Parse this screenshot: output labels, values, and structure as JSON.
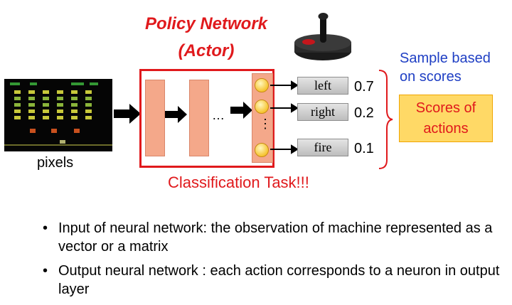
{
  "title": {
    "line1": "Policy Network",
    "line2": "(Actor)"
  },
  "input_label": "pixels",
  "hidden_ellipsis": "…",
  "output_ellipsis": "⋮",
  "actions": [
    {
      "label": "left",
      "score": "0.7"
    },
    {
      "label": "right",
      "score": "0.2"
    },
    {
      "label": "fire",
      "score": "0.1"
    }
  ],
  "classification_task": "Classification Task!!!",
  "sample_note": {
    "line1": "Sample based",
    "line2": "on scores"
  },
  "scores_box": {
    "line1": "Scores of",
    "line2": "actions"
  },
  "bullets": [
    "Input of neural network: the observation of machine represented as a vector or a matrix",
    "Output neural network : each action corresponds to a neuron in output layer"
  ],
  "colors": {
    "accent_red": "#e0191c",
    "layer_fill": "#f4a88a",
    "neuron": "#f6c431",
    "blue_text": "#1f3fc4",
    "score_box": "#ffd966"
  },
  "icons": [
    "space-invaders-screen",
    "joystick-icon",
    "arrow-icon",
    "curly-brace"
  ]
}
